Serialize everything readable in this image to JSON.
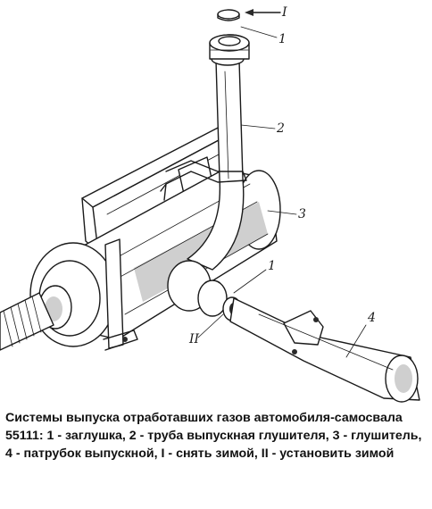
{
  "figure": {
    "labels": {
      "roman_I": "I",
      "cap": "1",
      "pipe": "2",
      "muffler": "3",
      "cap_lower": "1",
      "roman_II": "II",
      "outlet": "4"
    }
  },
  "caption": {
    "text": "Системы выпуска отработавших газов автомобиля-самосвала 55111: 1 - заглушка, 2 - труба выпускная глушителя, 3 - глушитель, 4 - патрубок выпускной, I - снять зимой, II - установить зимой"
  }
}
